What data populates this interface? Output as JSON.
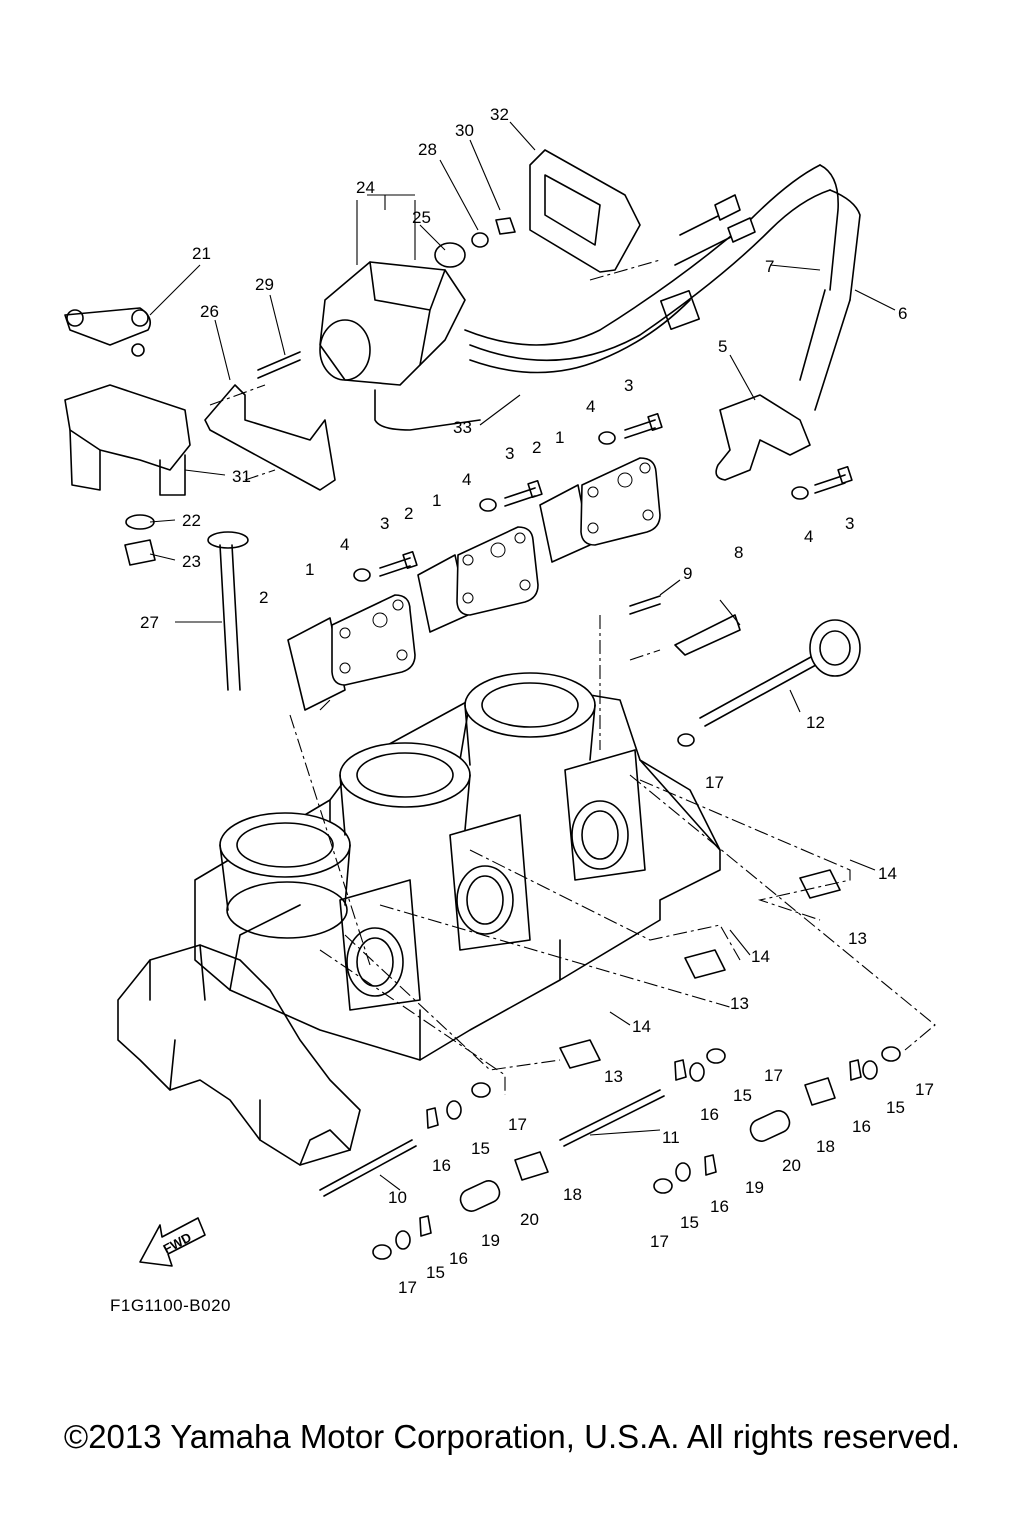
{
  "callouts": [
    {
      "id": "c1a",
      "text": "1"
    },
    {
      "id": "c1b",
      "text": "1"
    },
    {
      "id": "c1c",
      "text": "1"
    },
    {
      "id": "c2a",
      "text": "2"
    },
    {
      "id": "c2b",
      "text": "2"
    },
    {
      "id": "c2c",
      "text": "2"
    },
    {
      "id": "c3a",
      "text": "3"
    },
    {
      "id": "c3b",
      "text": "3"
    },
    {
      "id": "c3c",
      "text": "3"
    },
    {
      "id": "c3d",
      "text": "3"
    },
    {
      "id": "c4a",
      "text": "4"
    },
    {
      "id": "c4b",
      "text": "4"
    },
    {
      "id": "c4c",
      "text": "4"
    },
    {
      "id": "c4d",
      "text": "4"
    },
    {
      "id": "c5",
      "text": "5"
    },
    {
      "id": "c6",
      "text": "6"
    },
    {
      "id": "c7",
      "text": "7"
    },
    {
      "id": "c8",
      "text": "8"
    },
    {
      "id": "c9",
      "text": "9"
    },
    {
      "id": "c10",
      "text": "10"
    },
    {
      "id": "c11",
      "text": "11"
    },
    {
      "id": "c12",
      "text": "12"
    },
    {
      "id": "c13a",
      "text": "13"
    },
    {
      "id": "c13b",
      "text": "13"
    },
    {
      "id": "c13c",
      "text": "13"
    },
    {
      "id": "c14a",
      "text": "14"
    },
    {
      "id": "c14b",
      "text": "14"
    },
    {
      "id": "c14c",
      "text": "14"
    },
    {
      "id": "c15a",
      "text": "15"
    },
    {
      "id": "c15b",
      "text": "15"
    },
    {
      "id": "c15c",
      "text": "15"
    },
    {
      "id": "c15d",
      "text": "15"
    },
    {
      "id": "c15e",
      "text": "15"
    },
    {
      "id": "c16a",
      "text": "16"
    },
    {
      "id": "c16b",
      "text": "16"
    },
    {
      "id": "c16c",
      "text": "16"
    },
    {
      "id": "c16d",
      "text": "16"
    },
    {
      "id": "c16e",
      "text": "16"
    },
    {
      "id": "c17a",
      "text": "17"
    },
    {
      "id": "c17b",
      "text": "17"
    },
    {
      "id": "c17c",
      "text": "17"
    },
    {
      "id": "c17d",
      "text": "17"
    },
    {
      "id": "c17e",
      "text": "17"
    },
    {
      "id": "c17f",
      "text": "17"
    },
    {
      "id": "c18a",
      "text": "18"
    },
    {
      "id": "c18b",
      "text": "18"
    },
    {
      "id": "c19a",
      "text": "19"
    },
    {
      "id": "c19b",
      "text": "19"
    },
    {
      "id": "c20a",
      "text": "20"
    },
    {
      "id": "c20b",
      "text": "20"
    },
    {
      "id": "c21",
      "text": "21"
    },
    {
      "id": "c22",
      "text": "22"
    },
    {
      "id": "c23",
      "text": "23"
    },
    {
      "id": "c24",
      "text": "24"
    },
    {
      "id": "c25",
      "text": "25"
    },
    {
      "id": "c26",
      "text": "26"
    },
    {
      "id": "c27",
      "text": "27"
    },
    {
      "id": "c28",
      "text": "28"
    },
    {
      "id": "c29",
      "text": "29"
    },
    {
      "id": "c30",
      "text": "30"
    },
    {
      "id": "c31",
      "text": "31"
    },
    {
      "id": "c32",
      "text": "32"
    },
    {
      "id": "c33",
      "text": "33"
    }
  ],
  "fwd_label": "FWD",
  "drawing_code": "F1G1100-B020",
  "copyright": "©2013 Yamaha Motor Corporation, U.S.A. All rights reserved."
}
